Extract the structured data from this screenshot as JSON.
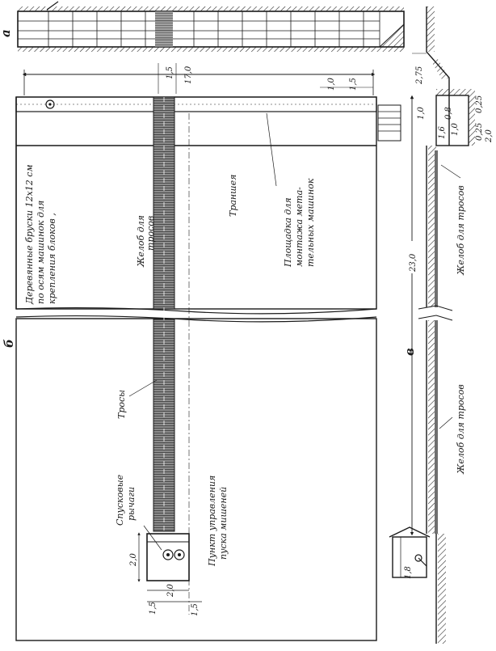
{
  "panels": {
    "a": "а",
    "b": "б",
    "v": "в"
  },
  "labels": {
    "beams": [
      "Деревянные бруски 12х12 см",
      "по осям машинок для",
      "крепления блоков ,"
    ],
    "chute_top": [
      "Желоб для",
      "тросов"
    ],
    "trench": "Траншея",
    "platform": [
      "Площадка для",
      "монтажа мета-",
      "тельных машинок"
    ],
    "cables": "Тросы",
    "levers": [
      "Спусковые",
      "рычаги"
    ],
    "control_point": [
      "Пункт управления",
      "пуска мишеней"
    ],
    "chute_side_top": "Желоб для тросов",
    "chute_side_bottom": "Желоб для тросов"
  },
  "dims": {
    "d17": "17,0",
    "d15a": "1,5",
    "d15b": "1,5",
    "d10": "1,0",
    "d275": "2,75",
    "d025": "0,25",
    "d08": "0,8",
    "d10b": "1,0",
    "d10c": "1,0",
    "d16": "1,6",
    "d025b": "0,25",
    "d20": "2,0",
    "d230": "23,0",
    "d20b": "2,0",
    "d20c": "2,0",
    "d15c": "1,5",
    "d18": "1,8"
  },
  "colors": {
    "ink": "#1a1a1a",
    "hatch": "#2b2b2b",
    "chute": "#6f6f6f"
  }
}
